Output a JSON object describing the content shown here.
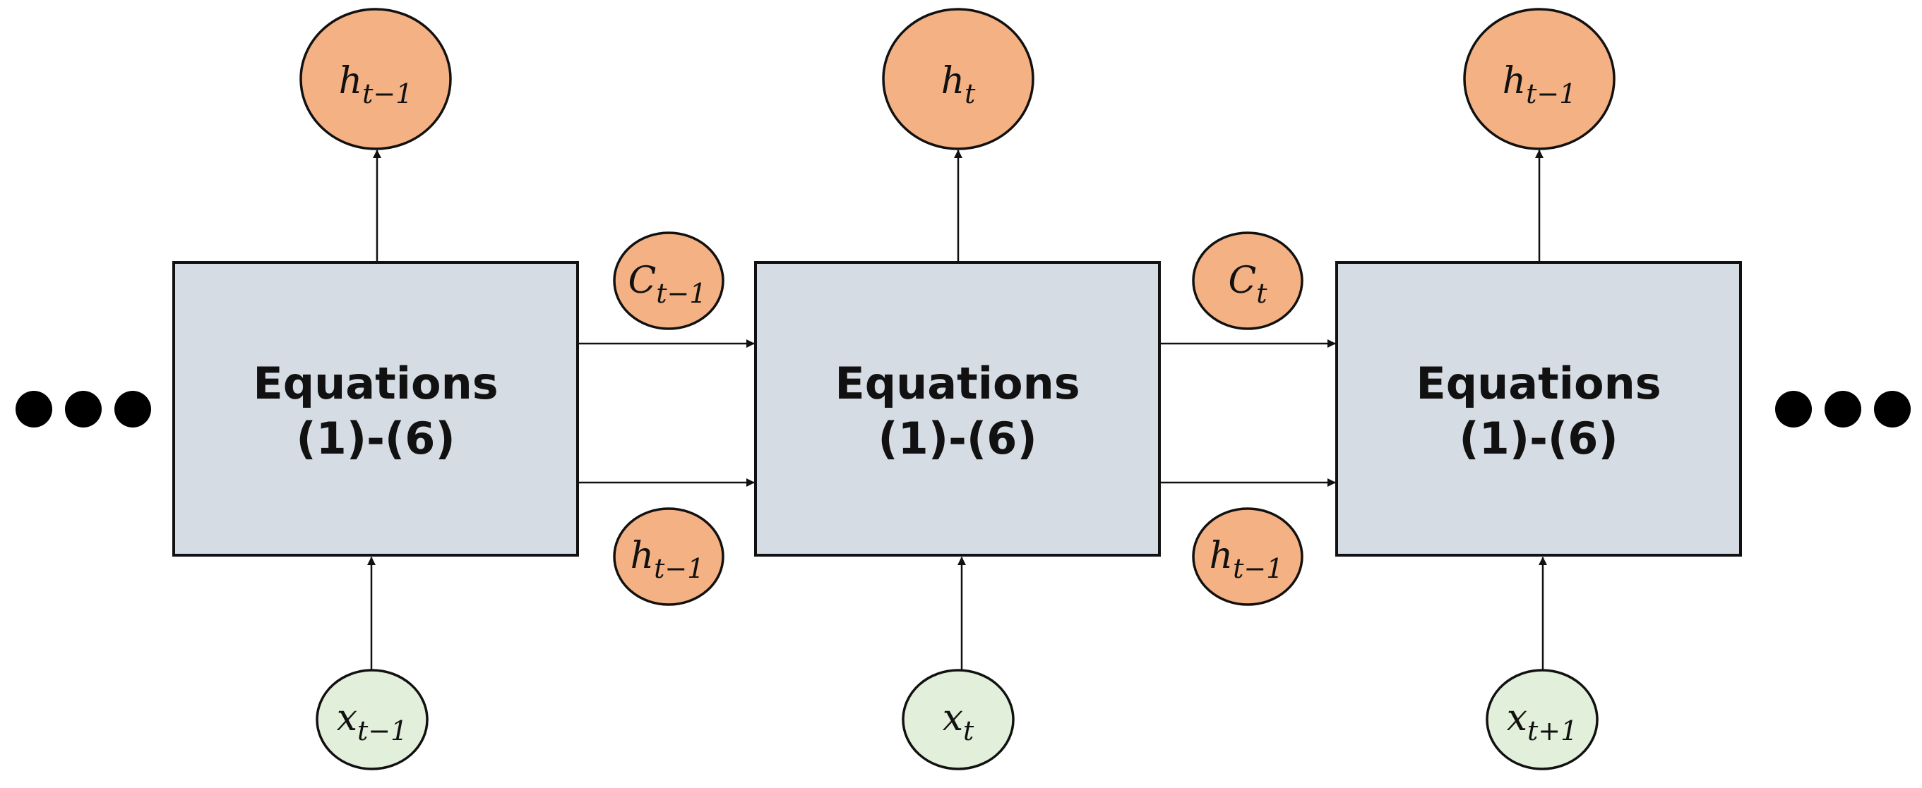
{
  "colors": {
    "cell_fill": "#d6dce4",
    "output_node_fill": "#f4b183",
    "input_node_fill": "#e2efda",
    "stroke": "#111111"
  },
  "cells": [
    {
      "line1": "Equations",
      "line2": "(1)-(6)"
    },
    {
      "line1": "Equations",
      "line2": "(1)-(6)"
    },
    {
      "line1": "Equations",
      "line2": "(1)-(6)"
    }
  ],
  "outputs": [
    {
      "symbol": "h",
      "subscript": "t−1"
    },
    {
      "symbol": "h",
      "subscript": "t"
    },
    {
      "symbol": "h",
      "subscript": "t−1"
    }
  ],
  "inputs": [
    {
      "symbol": "x",
      "subscript": "t−1"
    },
    {
      "symbol": "x",
      "subscript": "t"
    },
    {
      "symbol": "x",
      "subscript": "t+1"
    }
  ],
  "cell_states": [
    {
      "symbol": "C",
      "subscript": "t−1"
    },
    {
      "symbol": "C",
      "subscript": "t"
    }
  ],
  "hidden_states": [
    {
      "symbol": "h",
      "subscript": "t−1"
    },
    {
      "symbol": "h",
      "subscript": "t−1"
    }
  ],
  "ellipsis": [
    "left",
    "right"
  ]
}
